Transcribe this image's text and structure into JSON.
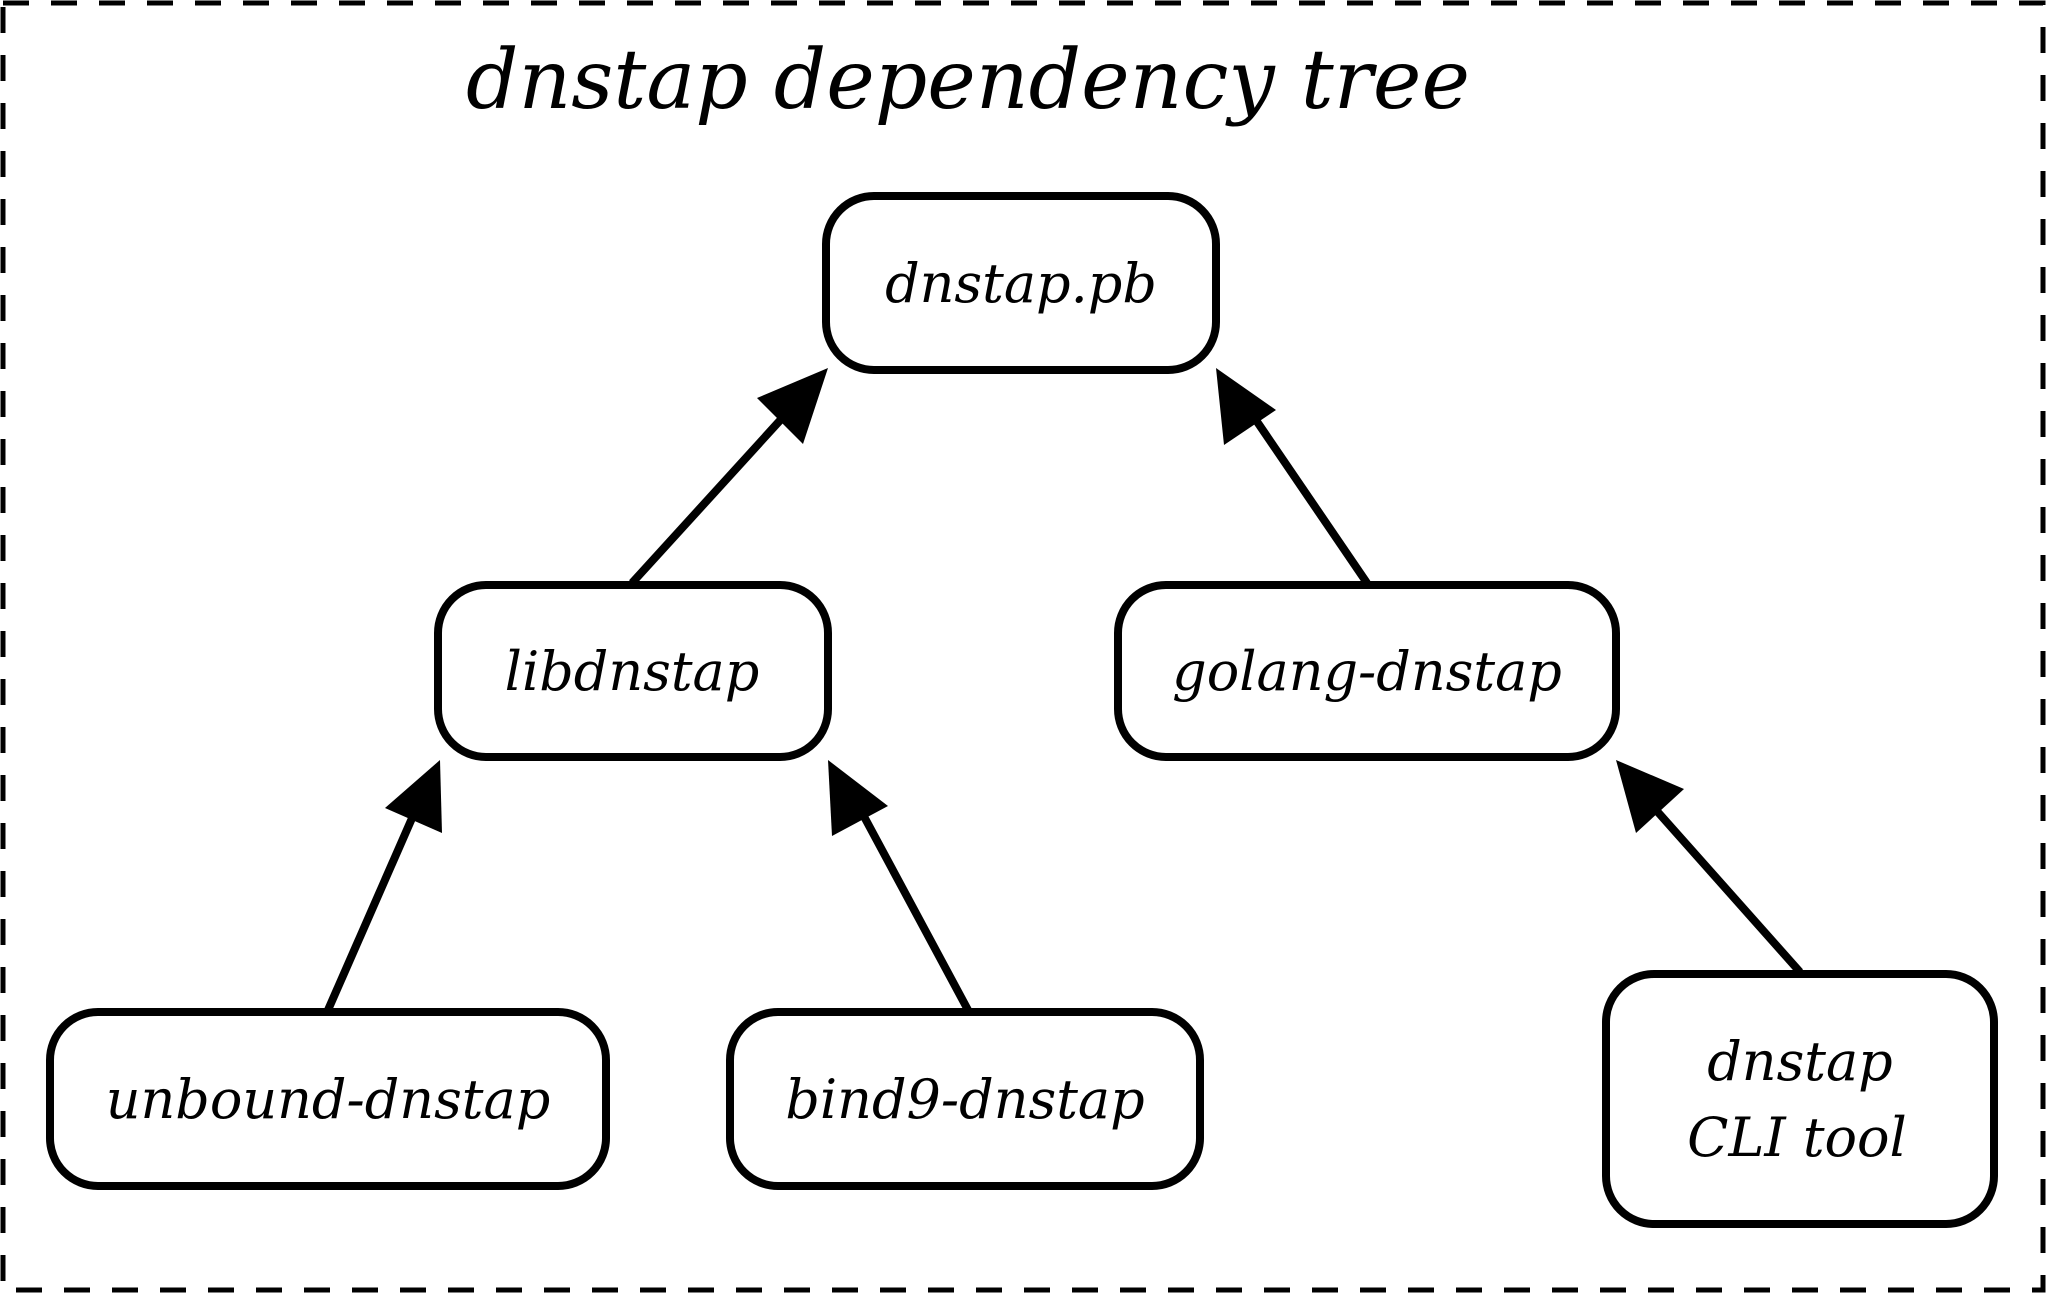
{
  "title": "dnstap dependency tree",
  "nodes": {
    "dnstap_pb": {
      "label": "dnstap.pb"
    },
    "libdnstap": {
      "label": "libdnstap"
    },
    "golang_dnstap": {
      "label": "golang-dnstap"
    },
    "unbound_dnstap": {
      "label": "unbound-dnstap"
    },
    "bind9_dnstap": {
      "label": "bind9-dnstap"
    },
    "dnstap_cli": {
      "label_line1": "dnstap",
      "label_line2": "CLI tool"
    }
  },
  "edges": [
    {
      "from": "libdnstap",
      "to": "dnstap.pb"
    },
    {
      "from": "golang-dnstap",
      "to": "dnstap.pb"
    },
    {
      "from": "unbound-dnstap",
      "to": "libdnstap"
    },
    {
      "from": "bind9-dnstap",
      "to": "libdnstap"
    },
    {
      "from": "dnstap CLI tool",
      "to": "golang-dnstap"
    }
  ]
}
